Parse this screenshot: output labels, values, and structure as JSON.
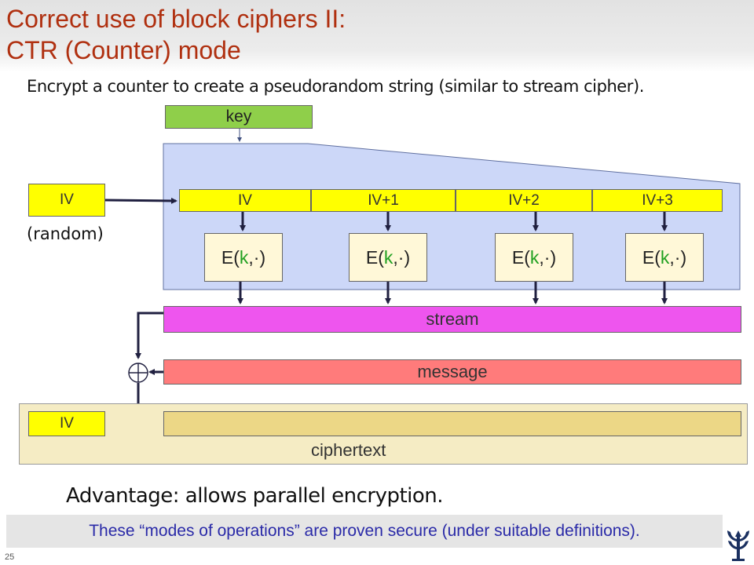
{
  "header": {
    "title_line1": "Correct use of block ciphers II:",
    "title_line2": "CTR (Counter) mode"
  },
  "subtitle": "Encrypt a counter to create a pseudorandom string (similar to stream cipher).",
  "diagram": {
    "key_label": "key",
    "iv_input_label": "IV",
    "random_label": "(random)",
    "counters": [
      "IV",
      "IV+1",
      "IV+2",
      "IV+3"
    ],
    "encrypt": {
      "prefix": "E(",
      "key": "k",
      "suffix": ",·)"
    },
    "stream_label": "stream",
    "message_label": "message",
    "xor_symbol": "⊕",
    "ciphertext_iv_label": "IV",
    "ciphertext_label": "ciphertext"
  },
  "advantage": "Advantage: allows parallel encryption.",
  "note": "These “modes of operations” are proven secure (under suitable definitions).",
  "slide_number": "25",
  "colors": {
    "title": "#b03010",
    "key": "#8fcf4a",
    "counter": "#ffff00",
    "block_region": "#ccd7f8",
    "stream": "#ee55ee",
    "message": "#ff7b7b",
    "ciphertext": "#ecd786",
    "note_text": "#2a2aa8"
  }
}
